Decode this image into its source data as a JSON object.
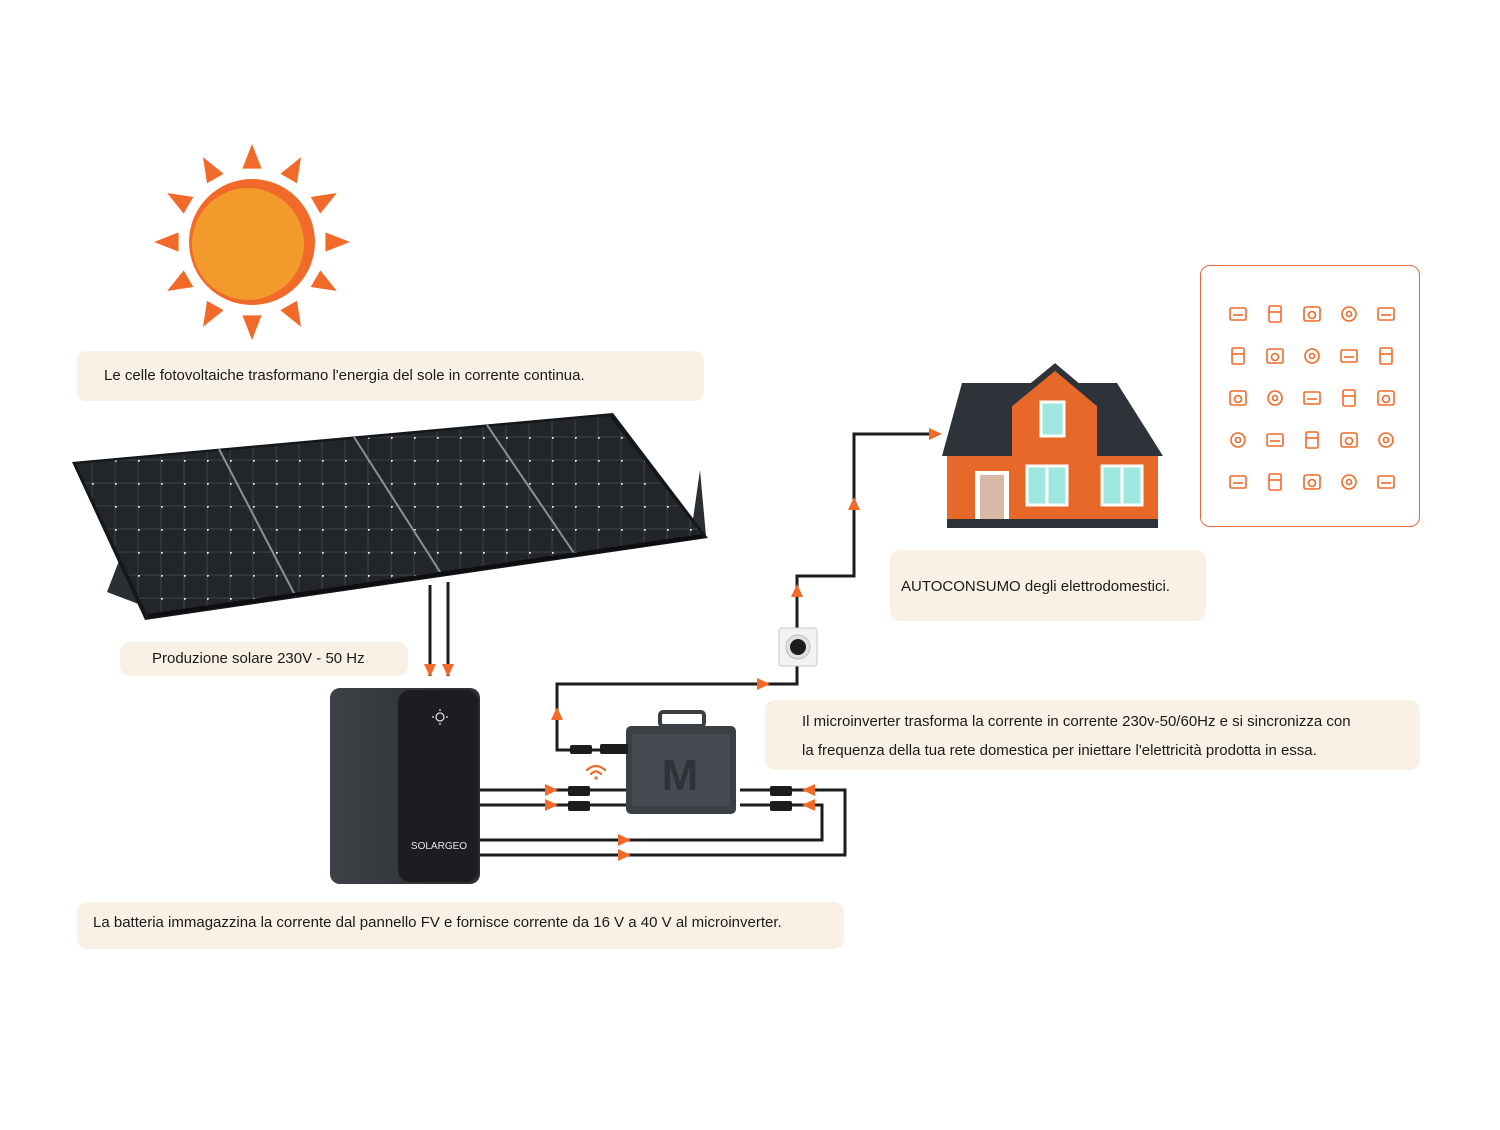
{
  "captions": {
    "sun": "Le celle fotovoltaiche trasformano l'energia del sole in corrente continua.",
    "panel": "Produzione solare 230V - 50 Hz",
    "self_consumption": "AUTOCONSUMO degli elettrodomestici.",
    "microinverter_line1": "Il microinverter trasforma la corrente in corrente 230v-50/60Hz e si sincronizza con",
    "microinverter_line2": "la frequenza della tua rete domestica per iniettare l'elettricità prodotta in essa.",
    "battery": "La batteria immagazzina la corrente dal pannello FV e fornisce corrente da 16 V a 40 V al microinverter."
  },
  "battery": {
    "brand": "SOLARGEO"
  },
  "microinverter": {
    "logo_letter": "M"
  },
  "appliances": {
    "icons": [
      "air-conditioner-icon",
      "fridge-icon",
      "kitchen-robot-icon",
      "radiator-icon",
      "remote-icon",
      "router-icon",
      "toaster-icon",
      "microwave-icon",
      "fan-icon",
      "washing-machine-icon",
      "rice-cooker-icon",
      "lamp-icon",
      "hotplate-icon",
      "refrigerator-icon",
      "tv-icon",
      "smartwatch-icon",
      "treadmill-icon",
      "ac-unit-icon",
      "iron-icon",
      "kettle-icon",
      "curtain-icon",
      "dishwasher-icon",
      "freezer-icon",
      "blender-icon",
      "oven-icon"
    ]
  },
  "colors": {
    "accent": "#f26a2a",
    "sun": "#f39a2d",
    "house_wall": "#e8682a",
    "roof": "#2d3339",
    "panel": "#1f2327",
    "battery": "#2a2d31",
    "caption_bg": "#faf1e6"
  }
}
